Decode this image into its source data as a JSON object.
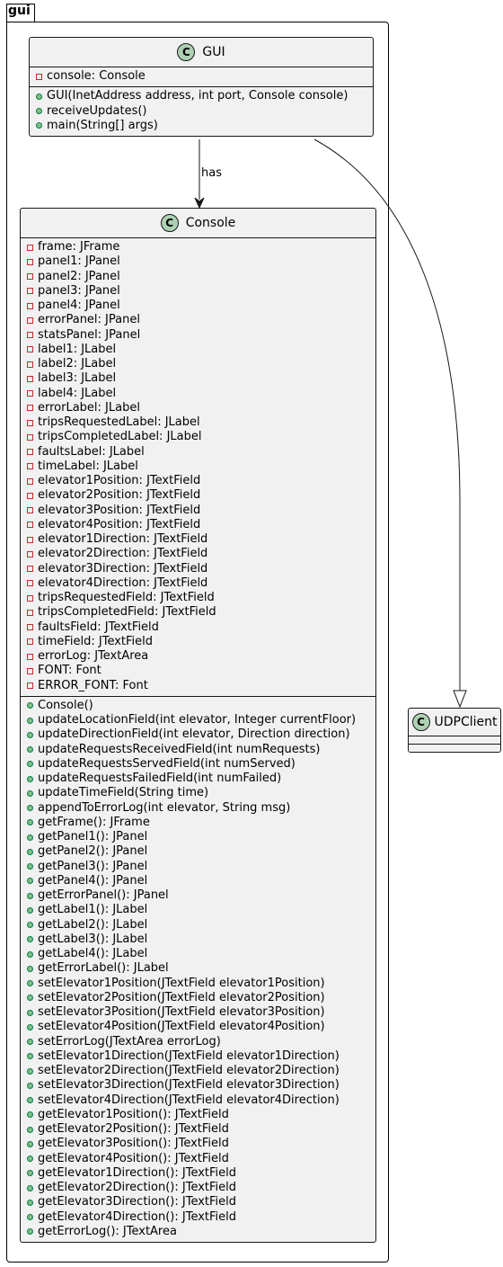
{
  "package": {
    "name": "gui"
  },
  "classes": {
    "gui": {
      "stereotype": "C",
      "name": "GUI",
      "fields": [
        {
          "vis": "private",
          "text": "console: Console"
        }
      ],
      "methods": [
        {
          "vis": "public",
          "text": "GUI(InetAddress address, int port, Console console)"
        },
        {
          "vis": "public",
          "text": "receiveUpdates()"
        },
        {
          "vis": "public",
          "text": "main(String[] args)"
        }
      ]
    },
    "console": {
      "stereotype": "C",
      "name": "Console",
      "fields": [
        {
          "vis": "private",
          "text": "frame: JFrame"
        },
        {
          "vis": "private",
          "text": "panel1: JPanel"
        },
        {
          "vis": "private",
          "text": "panel2: JPanel"
        },
        {
          "vis": "private",
          "text": "panel3: JPanel"
        },
        {
          "vis": "private",
          "text": "panel4: JPanel"
        },
        {
          "vis": "private",
          "text": "errorPanel: JPanel"
        },
        {
          "vis": "private",
          "text": "statsPanel: JPanel"
        },
        {
          "vis": "private",
          "text": "label1: JLabel"
        },
        {
          "vis": "private",
          "text": "label2: JLabel"
        },
        {
          "vis": "private",
          "text": "label3: JLabel"
        },
        {
          "vis": "private",
          "text": "label4: JLabel"
        },
        {
          "vis": "private",
          "text": "errorLabel: JLabel"
        },
        {
          "vis": "private",
          "text": "tripsRequestedLabel: JLabel"
        },
        {
          "vis": "private",
          "text": "tripsCompletedLabel: JLabel"
        },
        {
          "vis": "private",
          "text": "faultsLabel: JLabel"
        },
        {
          "vis": "private",
          "text": "timeLabel: JLabel"
        },
        {
          "vis": "private",
          "text": "elevator1Position: JTextField"
        },
        {
          "vis": "private",
          "text": "elevator2Position: JTextField"
        },
        {
          "vis": "private",
          "text": "elevator3Position: JTextField"
        },
        {
          "vis": "private",
          "text": "elevator4Position: JTextField"
        },
        {
          "vis": "private",
          "text": "elevator1Direction: JTextField"
        },
        {
          "vis": "private",
          "text": "elevator2Direction: JTextField"
        },
        {
          "vis": "private",
          "text": "elevator3Direction: JTextField"
        },
        {
          "vis": "private",
          "text": "elevator4Direction: JTextField"
        },
        {
          "vis": "private",
          "text": "tripsRequestedField: JTextField"
        },
        {
          "vis": "private",
          "text": "tripsCompletedField: JTextField"
        },
        {
          "vis": "private",
          "text": "faultsField: JTextField"
        },
        {
          "vis": "private",
          "text": "timeField: JTextField"
        },
        {
          "vis": "private",
          "text": "errorLog: JTextArea"
        },
        {
          "vis": "private",
          "text": "FONT: Font"
        },
        {
          "vis": "private",
          "text": "ERROR_FONT: Font"
        }
      ],
      "methods": [
        {
          "vis": "public",
          "text": "Console()"
        },
        {
          "vis": "public",
          "text": "updateLocationField(int elevator, Integer currentFloor)"
        },
        {
          "vis": "public",
          "text": "updateDirectionField(int elevator, Direction direction)"
        },
        {
          "vis": "public",
          "text": "updateRequestsReceivedField(int numRequests)"
        },
        {
          "vis": "public",
          "text": "updateRequestsServedField(int numServed)"
        },
        {
          "vis": "public",
          "text": "updateRequestsFailedField(int numFailed)"
        },
        {
          "vis": "public",
          "text": "updateTimeField(String time)"
        },
        {
          "vis": "public",
          "text": "appendToErrorLog(int elevator, String msg)"
        },
        {
          "vis": "public",
          "text": "getFrame(): JFrame"
        },
        {
          "vis": "public",
          "text": "getPanel1(): JPanel"
        },
        {
          "vis": "public",
          "text": "getPanel2(): JPanel"
        },
        {
          "vis": "public",
          "text": "getPanel3(): JPanel"
        },
        {
          "vis": "public",
          "text": "getPanel4(): JPanel"
        },
        {
          "vis": "public",
          "text": "getErrorPanel(): JPanel"
        },
        {
          "vis": "public",
          "text": "getLabel1(): JLabel"
        },
        {
          "vis": "public",
          "text": "getLabel2(): JLabel"
        },
        {
          "vis": "public",
          "text": "getLabel3(): JLabel"
        },
        {
          "vis": "public",
          "text": "getLabel4(): JLabel"
        },
        {
          "vis": "public",
          "text": "getErrorLabel(): JLabel"
        },
        {
          "vis": "public",
          "text": "setElevator1Position(JTextField elevator1Position)"
        },
        {
          "vis": "public",
          "text": "setElevator2Position(JTextField elevator2Position)"
        },
        {
          "vis": "public",
          "text": "setElevator3Position(JTextField elevator3Position)"
        },
        {
          "vis": "public",
          "text": "setElevator4Position(JTextField elevator4Position)"
        },
        {
          "vis": "public",
          "text": "setErrorLog(JTextArea errorLog)"
        },
        {
          "vis": "public",
          "text": "setElevator1Direction(JTextField elevator1Direction)"
        },
        {
          "vis": "public",
          "text": "setElevator2Direction(JTextField elevator2Direction)"
        },
        {
          "vis": "public",
          "text": "setElevator3Direction(JTextField elevator3Direction)"
        },
        {
          "vis": "public",
          "text": "setElevator4Direction(JTextField elevator4Direction)"
        },
        {
          "vis": "public",
          "text": "getElevator1Position(): JTextField"
        },
        {
          "vis": "public",
          "text": "getElevator2Position(): JTextField"
        },
        {
          "vis": "public",
          "text": "getElevator3Position(): JTextField"
        },
        {
          "vis": "public",
          "text": "getElevator4Position(): JTextField"
        },
        {
          "vis": "public",
          "text": "getElevator1Direction(): JTextField"
        },
        {
          "vis": "public",
          "text": "getElevator2Direction(): JTextField"
        },
        {
          "vis": "public",
          "text": "getElevator3Direction(): JTextField"
        },
        {
          "vis": "public",
          "text": "getElevator4Direction(): JTextField"
        },
        {
          "vis": "public",
          "text": "getErrorLog(): JTextArea"
        }
      ]
    },
    "udpclient": {
      "stereotype": "C",
      "name": "UDPClient",
      "fields": [],
      "methods": []
    }
  },
  "relations": [
    {
      "from": "GUI",
      "to": "Console",
      "kind": "association",
      "label": "has"
    },
    {
      "from": "GUI",
      "to": "UDPClient",
      "kind": "inheritance",
      "label": ""
    }
  ],
  "colors": {
    "class_fill": "#f1f1f1",
    "class_border": "#181818",
    "stereotype_circle": "#add1b2",
    "private_marker": "#c82930",
    "public_marker": "#84be84"
  }
}
